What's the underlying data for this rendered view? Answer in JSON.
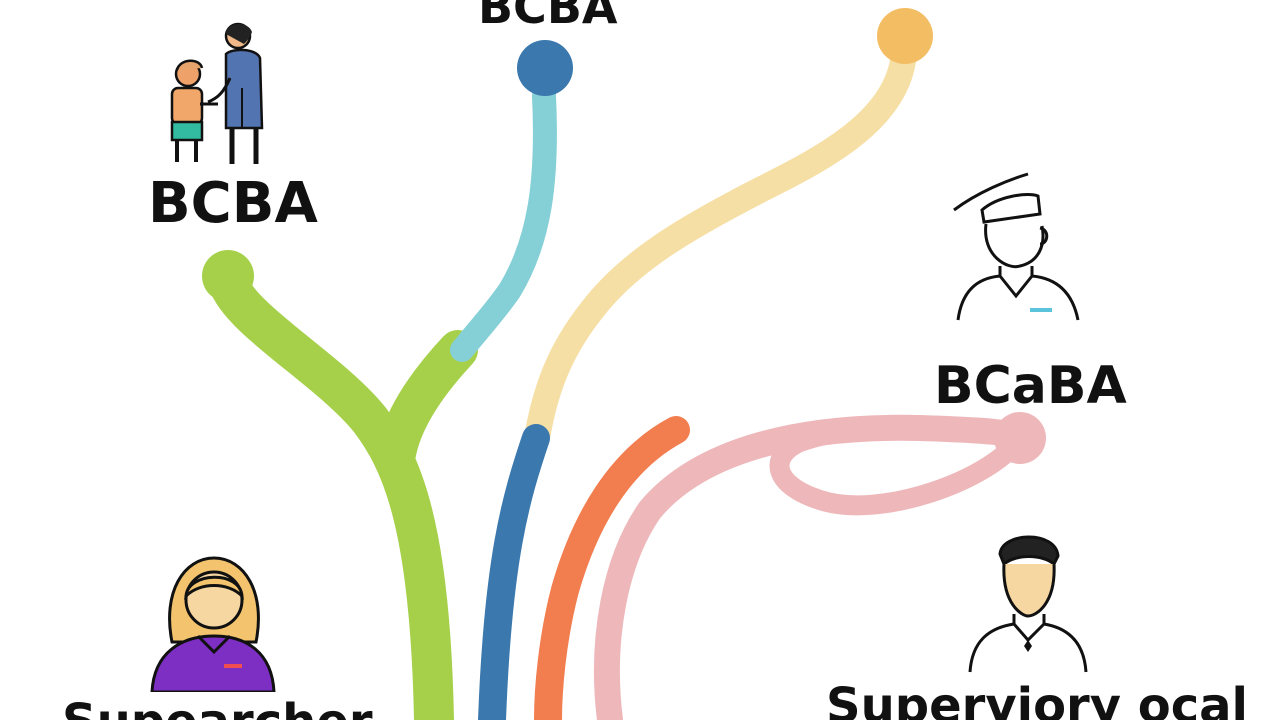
{
  "labels": {
    "top": "BCBA",
    "left": "BCBA",
    "right": "BCaBA",
    "bottom_left": "Supearcher",
    "bottom_right": "Superviory ocal"
  },
  "colors": {
    "green": "#a6d04a",
    "light_blue": "#85d0d6",
    "dark_blue": "#3a78ad",
    "yellow": "#f5dfa4",
    "yellow_node": "#f3bd63",
    "orange": "#f27d4e",
    "pink": "#eeb8bb",
    "purple": "#7d2fc4"
  },
  "icons": {
    "top_left": "adult-child-icon",
    "right_top": "nurse-person-icon",
    "bottom_left": "woman-avatar-icon",
    "bottom_right": "man-avatar-icon"
  }
}
